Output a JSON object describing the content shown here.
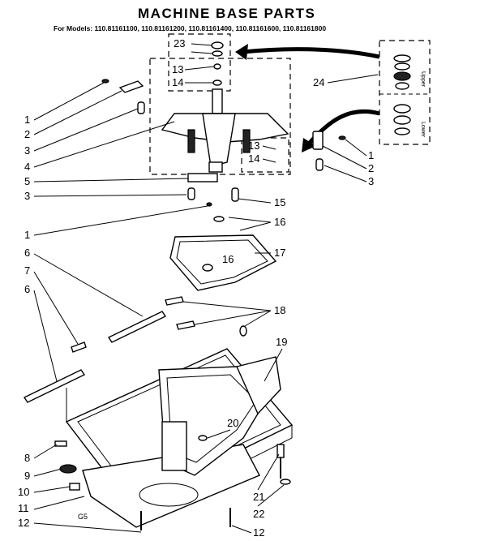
{
  "title": "MACHINE BASE PARTS",
  "models": "For Models: 110.81161100, 110.81161200, 110.81161400, 110.81161600, 110.81161800",
  "kit_labels": {
    "upper": "Upper",
    "lower": "Lower"
  },
  "callouts": {
    "c1a": "1",
    "c2a": "2",
    "c3a": "3",
    "c4": "4",
    "c5": "5",
    "c3b": "3",
    "c1b": "1",
    "c6a": "6",
    "c7": "7",
    "c6b": "6",
    "c8": "8",
    "c9": "9",
    "c10": "10",
    "c11": "11",
    "c12a": "12",
    "c12b": "12",
    "c13a": "13",
    "c13b": "13",
    "c14a": "14",
    "c14b": "14",
    "c15": "15",
    "c16a": "16",
    "c16b": "16",
    "c17": "17",
    "c18": "18",
    "c19": "19",
    "c20": "20",
    "c21": "21",
    "c22": "22",
    "c23": "23",
    "c24": "24",
    "c1c": "1",
    "c2c": "2",
    "c3c": "3"
  },
  "footnote": "G5"
}
